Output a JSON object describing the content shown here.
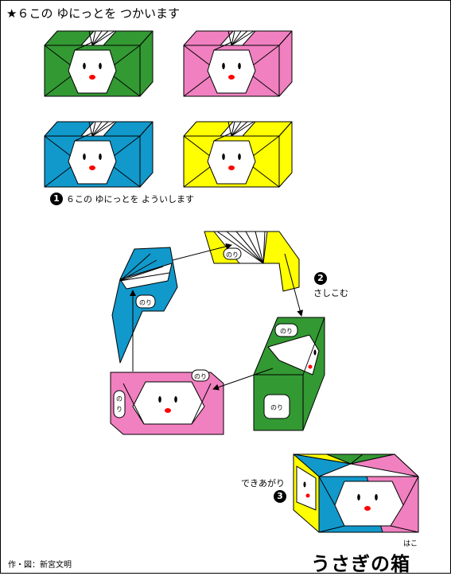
{
  "title": "★６この ゆにっとを つかいます",
  "steps": [
    {
      "number": "1",
      "text": "６この ゆにっとを よういします"
    },
    {
      "number": "2",
      "text": "さしこむ"
    },
    {
      "number": "3",
      "text": "できあがり"
    }
  ],
  "glue_label": "のり",
  "glue_label_vertical": [
    "の",
    "り"
  ],
  "credit": "作・図：新宮文明",
  "final_title": "うさぎの箱",
  "final_ruby": "はこ",
  "colors": {
    "green": "#339933",
    "pink": "#f080c0",
    "blue": "#1199cc",
    "yellow": "#ffff00",
    "white": "#ffffff",
    "outline": "#000000",
    "nose": "#ff0000"
  }
}
